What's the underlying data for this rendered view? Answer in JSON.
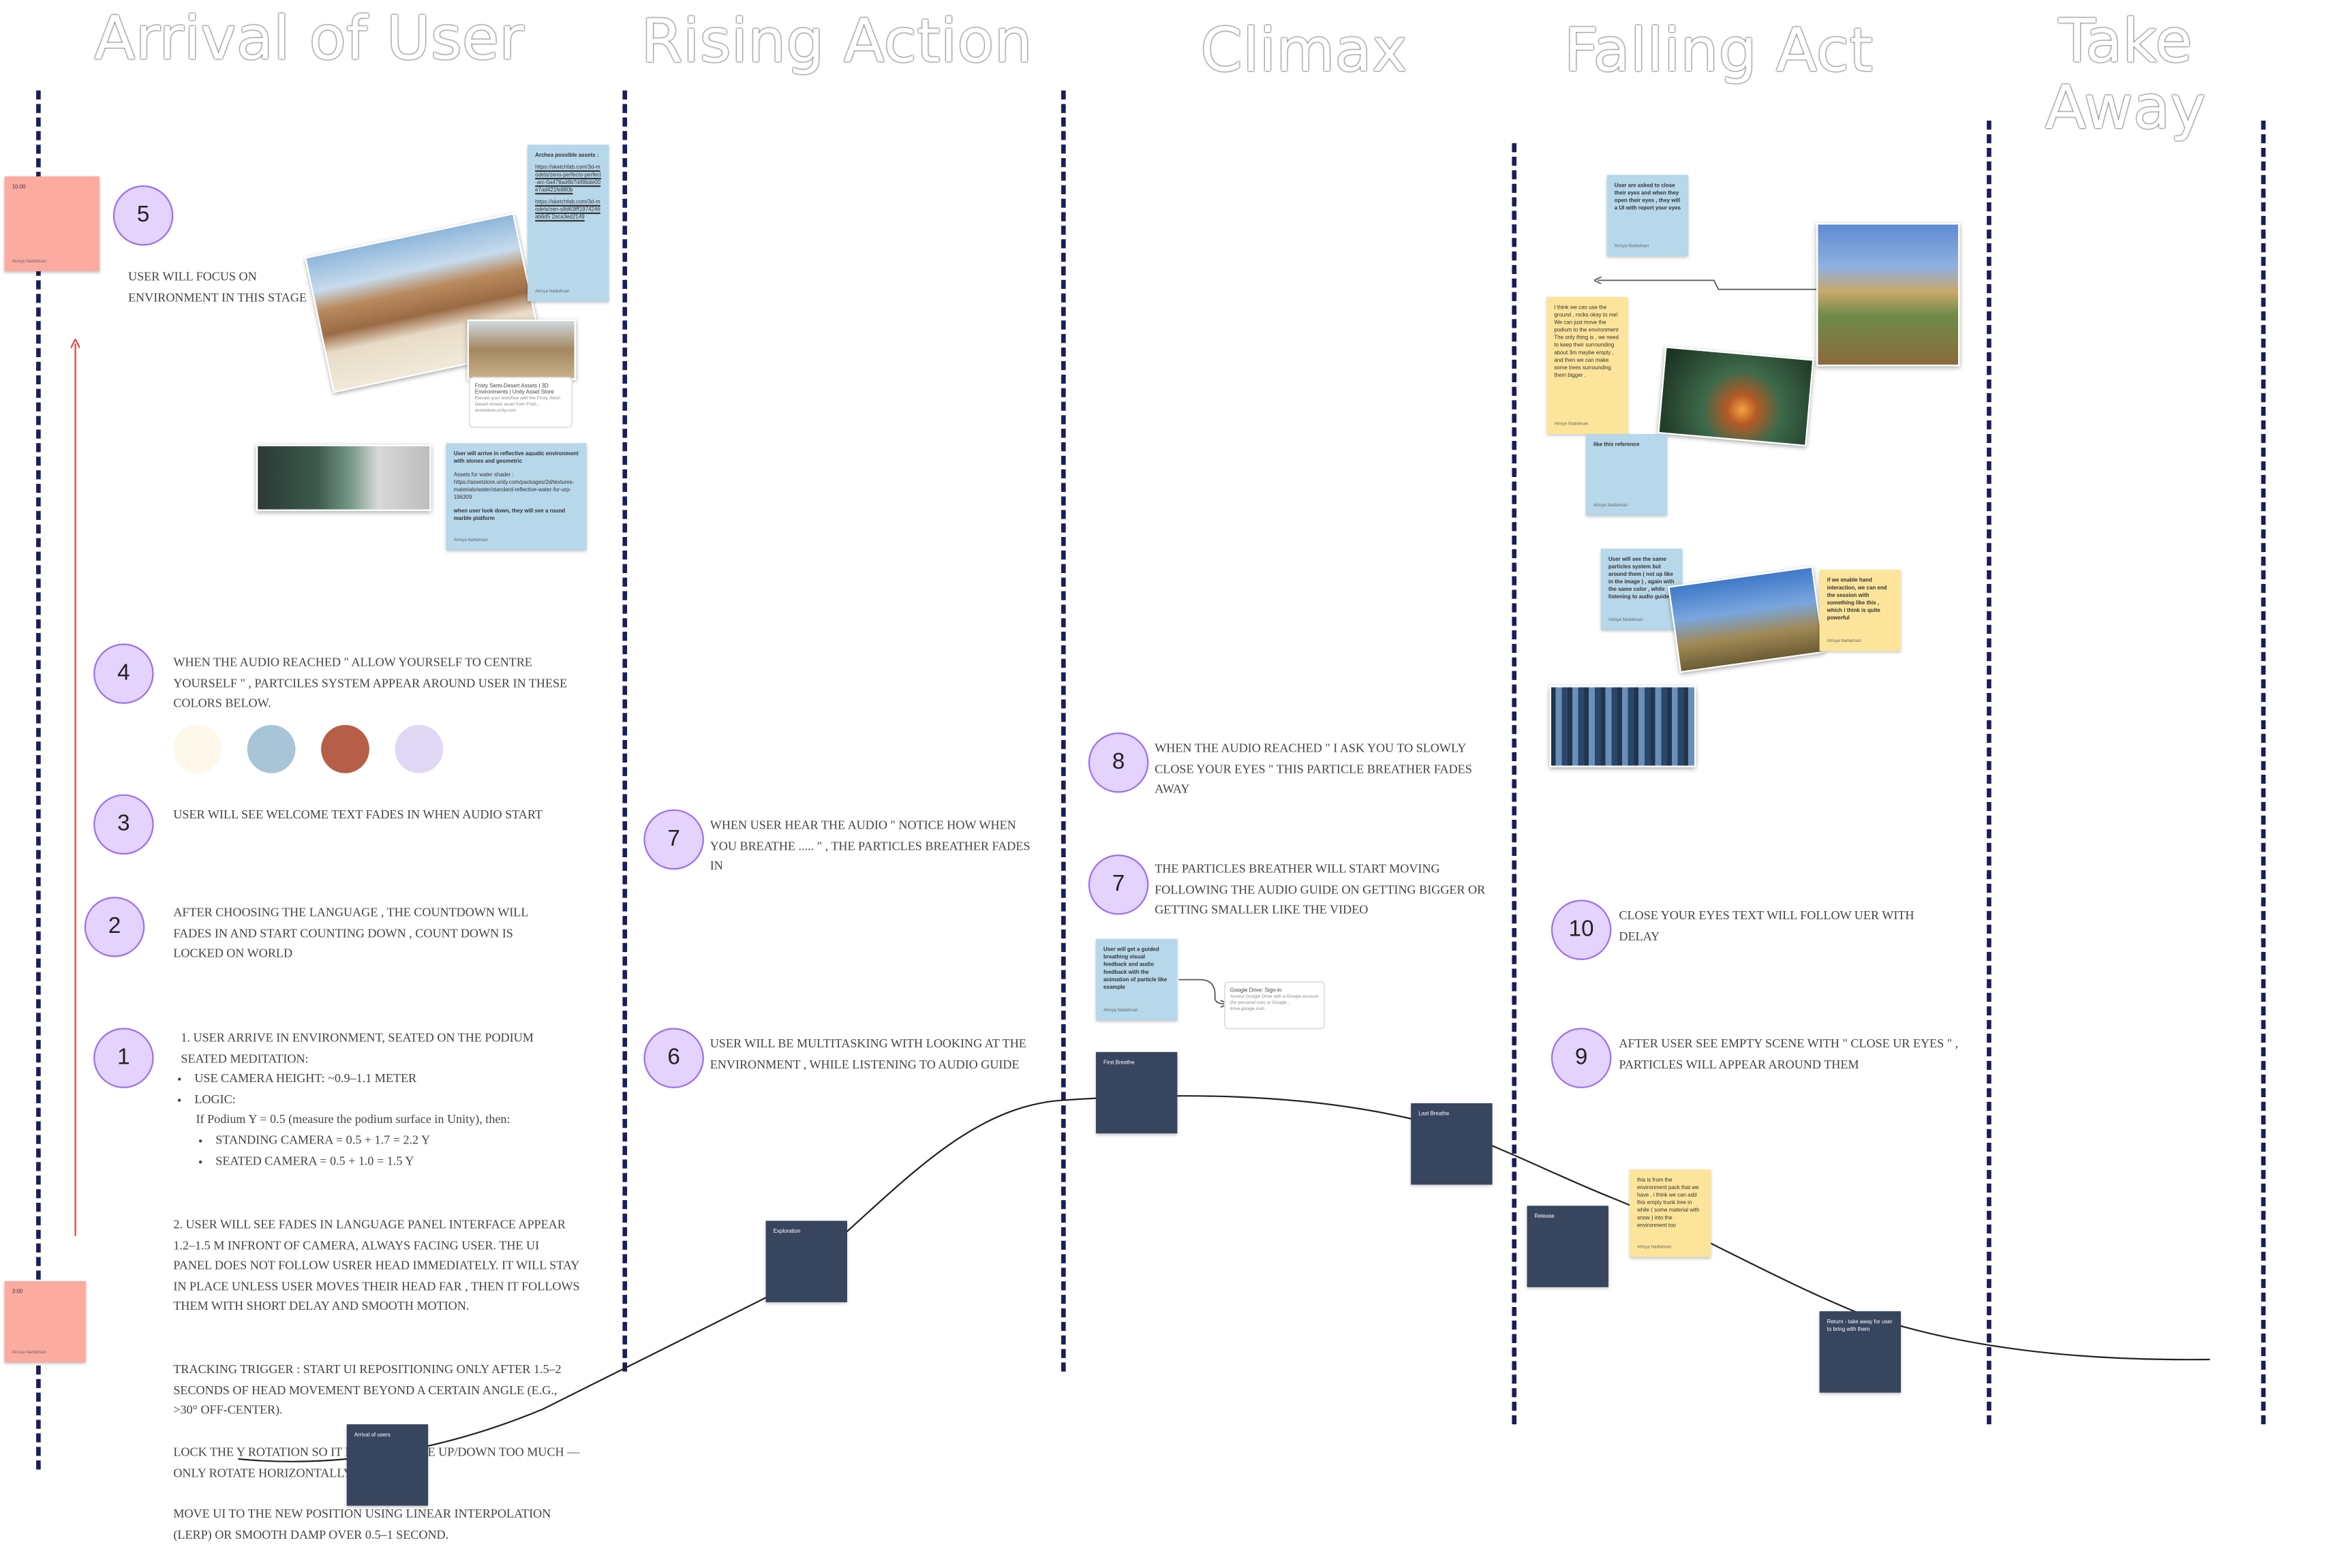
{
  "stages": [
    {
      "label": "Arrival of User"
    },
    {
      "label": "Rising Action"
    },
    {
      "label": "Climax"
    },
    {
      "label": "Falling Act"
    },
    {
      "label": "Take Away"
    }
  ],
  "steps": [
    {
      "number": "5",
      "text": "User will focus on environment in this stage"
    },
    {
      "number": "4",
      "text": "When the audio reached  \" Allow yourself to centre yourself \" , Partciles system appear around user in these colors below."
    },
    {
      "number": "3",
      "text": "User will see welcome text fades in when audio start"
    },
    {
      "number": "2",
      "text": "After choosing the language , the countdown will fades in and start counting down , count down is locked on world"
    },
    {
      "number": "1"
    },
    {
      "number": "7",
      "text": "When user hear the audio \" notice how when you breathe ..... \" , the particles breather fades in"
    },
    {
      "number": "6",
      "text": "User will be multitasking with looking at the environment , while listening to audio guide"
    },
    {
      "number": "8",
      "text": "When the audio reached \" I ask you to slowly close your eyes \" this particle breather fades away"
    },
    {
      "number": "7",
      "text": "The particles breather will start moving following the audio guide on getting bigger or getting smaller like the video"
    },
    {
      "number": "10",
      "text": "Close your eyes text will follow uer with delay"
    },
    {
      "number": "9",
      "text": "After user see empty scene with \" Close ur eyes \" , particles will appear around them"
    }
  ],
  "step1": {
    "item1": "1.  User arrive in environment, seated on the podium seated meditation:",
    "bullets": [
      "Use camera height: ~0.9–1.1 meter",
      "Logic:"
    ],
    "logic_intro": "If Podium Y = 0.5 (measure the podium surface in Unity), then:",
    "logic_bullets": [
      "Standing Camera = 0.5 + 1.7 = 2.2 Y",
      "Seated Camera = 0.5 + 1.0 = 1.5 Y"
    ],
    "para2": "2. User will see fades in language panel interface appear 1.2–1.5 m infront of camera, always facing user. The UI panel does not follow usrer head immediately. It will stay in place unless user moves their head far , then it follows them with short delay and smooth motion.",
    "para3": "Tracking Trigger : Start UI repositioning only after 1.5–2 seconds of head movement beyond a certain angle (e.g., >30° off-center).",
    "para4": "Lock the Y rotation so it doesn't move up/down too much — only rotate horizontally if needed.",
    "para5": "Move UI to the new position using linear interpolation (Lerp) or smooth damp over 0.5–1 second."
  },
  "swatches": [
    "#fdf8ea",
    "#a8c4d7",
    "#b65e47",
    "#e0d7f5"
  ],
  "curve_points": [
    {
      "label": "Arrival of users"
    },
    {
      "label": "Exploration"
    },
    {
      "label": "First Breathe"
    },
    {
      "label": "Last Breathe"
    },
    {
      "label": "Release"
    },
    {
      "label": "Return - take away for user to bring with them"
    }
  ],
  "stickies": {
    "pink_top_time": "10:00",
    "pink_bottom_time": "3:00",
    "archea_title": "Archea possible assets :",
    "archea_link1": "https://sketchfab.com/3d-models/zeno-perfecto-perfect-arc-0a478ad6b7d49bde00e7ad421fe880b",
    "archea_link2": "https://sketchfab.com/3d-models/zen-s8d63fff1974246ab6d5 2aca3ed2149",
    "unity_card_title": "Fristy Semi-Desert Assets | 3D Environments | Unity Asset Store",
    "unity_card_desc": "Elevate your workflow with the Fristy Semi-Desert Assets asset from Fristi...",
    "unity_card_url": "assetstore.unity.com",
    "water_title": "User will arrive in reflective aquatic environment with stones and geometric",
    "water_assets": "Assets for water shader : https://assetstore.unity.com/packages/2d/textures-materials/water/standard-reflective-water-for-urp-196309",
    "water_note": "when user look down, they will see a round marble platform",
    "close_eyes": "User are asked to close their eyes and when they open their eyes , they will a UI with report your eyes",
    "think_ground": "I think we can use the ground , rocks okay to me! We can just move the podium to the environment The only thing is , we need to keep their surrounding about 3m maybe empty , and then we can make some trees surrounding them bigger .",
    "like_reference": "like this reference",
    "particles_same": "User will see the same particles system but around them ( not up like in the image ) , again with the same color , while listening to audio guided",
    "hand_interaction": "if we enable hand interaction, we can end the session with something like this , which i think is quite powerful",
    "guided_breathing": "User will get a guided breathing visual feedback and audio feedback with the animation of particle like example",
    "gdrive_title": "Google Drive: Sign-in",
    "gdrive_desc": "Access Google Drive with a Google account (for personal use) or Google...",
    "gdrive_url": "drive.google.com",
    "forest_note": "this is from the environment pack that we have , i think we can add this empty trunk tree in while ( some material with snow ) into the environment too",
    "signature": "Atrisya Nadiahsari"
  }
}
